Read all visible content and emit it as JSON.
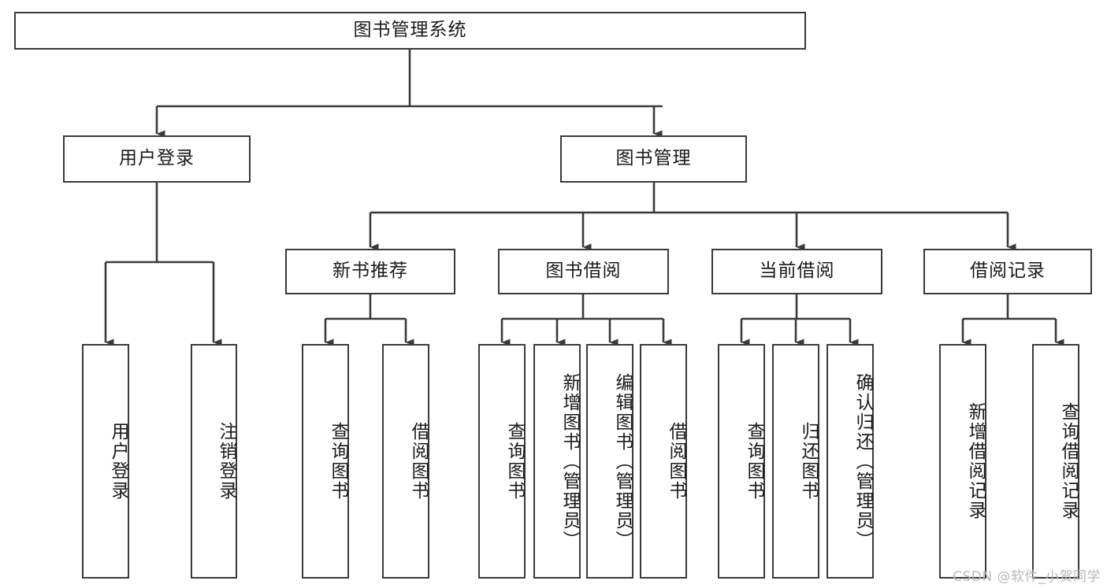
{
  "diagram": {
    "type": "tree",
    "title": "图书管理系统",
    "watermark": "CSDN @软件_小贺同学",
    "colors": {
      "node_border": "#3a3a3a",
      "node_fill": "#ffffff",
      "connector": "#3a3a3a",
      "text": "#1a1a1a",
      "watermark": "#b9b9b9",
      "background": "#ffffff"
    },
    "levels": {
      "root": "图书管理系统",
      "level2": [
        "用户登录",
        "图书管理"
      ],
      "level3": [
        "新书推荐",
        "图书借阅",
        "当前借阅",
        "借阅记录"
      ]
    },
    "nodes": {
      "root": {
        "label": "图书管理系统"
      },
      "user_login": {
        "label": "用户登录"
      },
      "book_manage": {
        "label": "图书管理"
      },
      "new_book_rec": {
        "label": "新书推荐"
      },
      "book_borrow": {
        "label": "图书借阅"
      },
      "current_borrow": {
        "label": "当前借阅"
      },
      "borrow_record": {
        "label": "借阅记录"
      },
      "leaf_user_login": {
        "label": "用户登录"
      },
      "leaf_logout": {
        "label": "注销登录"
      },
      "leaf_query_book_1": {
        "label": "查询图书"
      },
      "leaf_borrow_book_1": {
        "label": "借阅图书"
      },
      "leaf_query_book_2": {
        "label": "查询图书"
      },
      "leaf_add_book": {
        "label": "新增图书（管理员）"
      },
      "leaf_edit_book": {
        "label": "编辑图书（管理员）"
      },
      "leaf_borrow_book_2": {
        "label": "借阅图书"
      },
      "leaf_query_book_3": {
        "label": "查询图书"
      },
      "leaf_return_book": {
        "label": "归还图书"
      },
      "leaf_confirm_return": {
        "label": "确认归还（管理员）"
      },
      "leaf_add_record": {
        "label": "新增借阅记录"
      },
      "leaf_query_record": {
        "label": "查询借阅记录"
      }
    },
    "tree_structure": [
      {
        "label": "图书管理系统",
        "children": [
          {
            "label": "用户登录",
            "children": [
              {
                "label": "用户登录"
              },
              {
                "label": "注销登录"
              }
            ]
          },
          {
            "label": "图书管理",
            "children": [
              {
                "label": "新书推荐",
                "children": [
                  {
                    "label": "查询图书"
                  },
                  {
                    "label": "借阅图书"
                  }
                ]
              },
              {
                "label": "图书借阅",
                "children": [
                  {
                    "label": "查询图书"
                  },
                  {
                    "label": "新增图书（管理员）"
                  },
                  {
                    "label": "编辑图书（管理员）"
                  },
                  {
                    "label": "借阅图书"
                  }
                ]
              },
              {
                "label": "当前借阅",
                "children": [
                  {
                    "label": "查询图书"
                  },
                  {
                    "label": "归还图书"
                  },
                  {
                    "label": "确认归还（管理员）"
                  }
                ]
              },
              {
                "label": "借阅记录",
                "children": [
                  {
                    "label": "新增借阅记录"
                  },
                  {
                    "label": "查询借阅记录"
                  }
                ]
              }
            ]
          }
        ]
      }
    ]
  }
}
